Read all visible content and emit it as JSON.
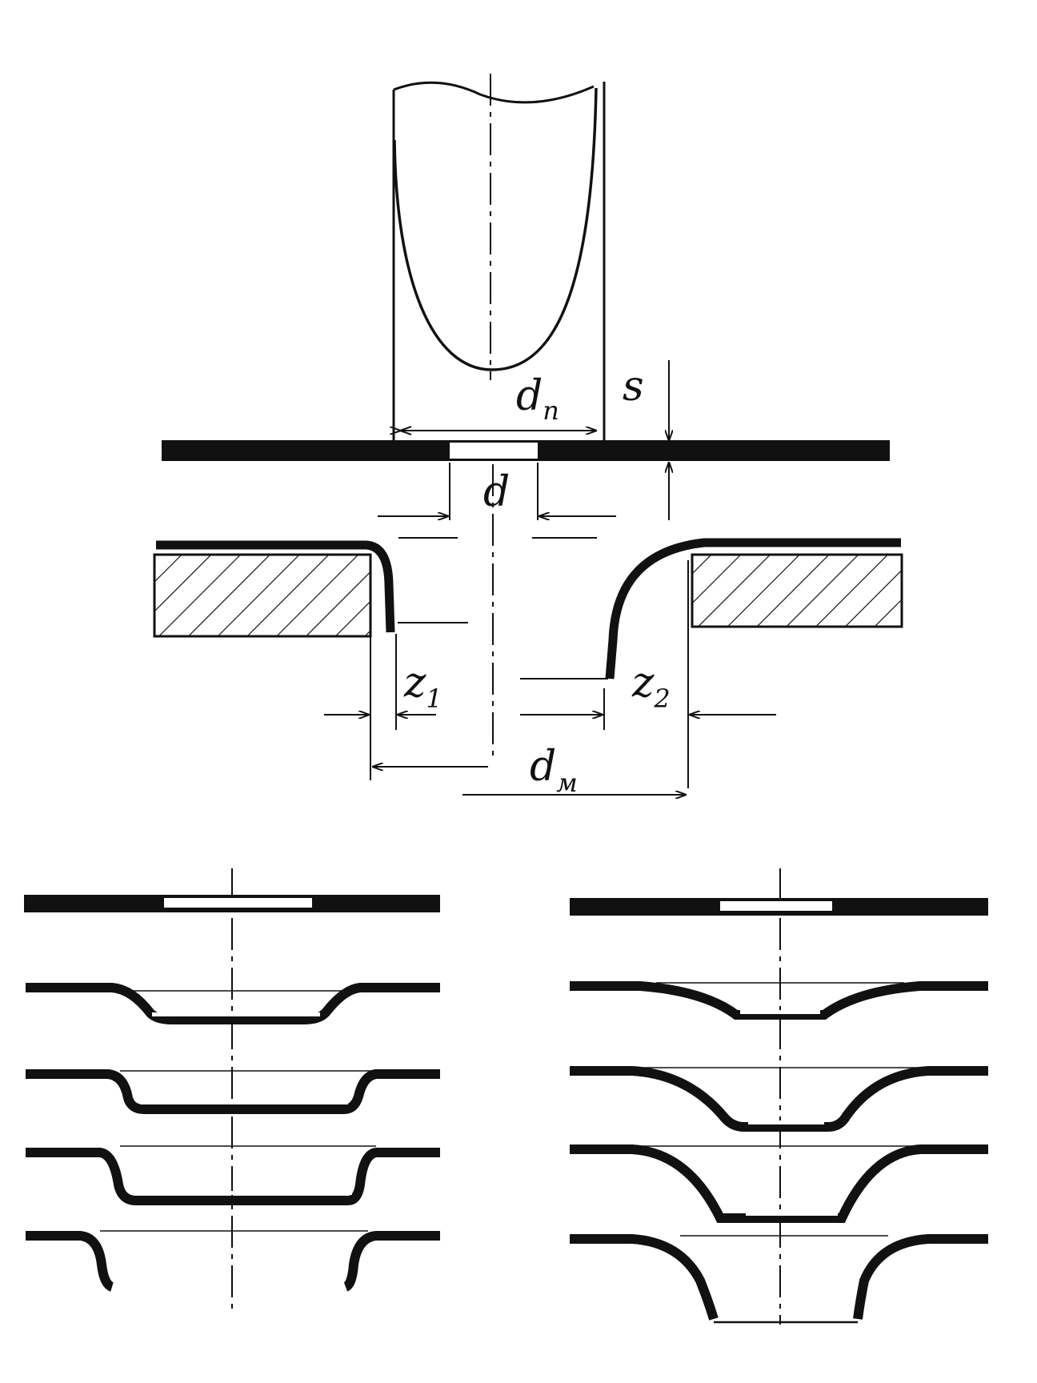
{
  "labels": {
    "punch_diameter": "d",
    "punch_diameter_sub": "n",
    "sheet_thickness": "s",
    "hole_diameter": "d",
    "clearance_left": "z",
    "clearance_left_sub": "1",
    "clearance_right": "z",
    "clearance_right_sub": "2",
    "die_diameter": "d",
    "die_diameter_sub": "м"
  },
  "colors": {
    "ink": "#111111",
    "paper": "#ffffff"
  }
}
